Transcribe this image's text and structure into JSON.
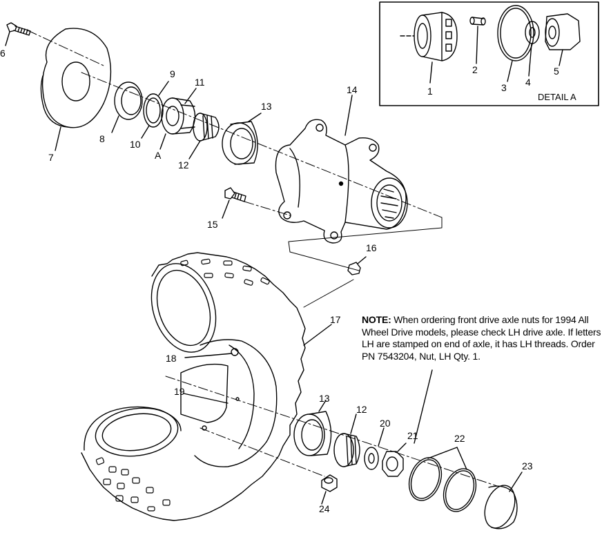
{
  "detail_box": {
    "label": "DETAIL A"
  },
  "callouts": [
    {
      "id": "c1",
      "text": "1"
    },
    {
      "id": "c2",
      "text": "2"
    },
    {
      "id": "c3",
      "text": "3"
    },
    {
      "id": "c4",
      "text": "4"
    },
    {
      "id": "c5",
      "text": "5"
    },
    {
      "id": "c6",
      "text": "6"
    },
    {
      "id": "c7",
      "text": "7"
    },
    {
      "id": "c8",
      "text": "8"
    },
    {
      "id": "c9",
      "text": "9"
    },
    {
      "id": "c10",
      "text": "10"
    },
    {
      "id": "c11",
      "text": "11"
    },
    {
      "id": "cA",
      "text": "A"
    },
    {
      "id": "c12a",
      "text": "12"
    },
    {
      "id": "c13a",
      "text": "13"
    },
    {
      "id": "c14",
      "text": "14"
    },
    {
      "id": "c15",
      "text": "15"
    },
    {
      "id": "c16",
      "text": "16"
    },
    {
      "id": "c17",
      "text": "17"
    },
    {
      "id": "c18",
      "text": "18"
    },
    {
      "id": "c19",
      "text": "19"
    },
    {
      "id": "c13b",
      "text": "13"
    },
    {
      "id": "c12b",
      "text": "12"
    },
    {
      "id": "c20",
      "text": "20"
    },
    {
      "id": "c21",
      "text": "21"
    },
    {
      "id": "c22",
      "text": "22"
    },
    {
      "id": "c23",
      "text": "23"
    },
    {
      "id": "c24",
      "text": "24"
    }
  ],
  "note": {
    "heading": "NOTE:",
    "body": "When ordering front drive axle nuts for 1994 All Wheel Drive models, please check LH drive axle.  If letters LH are stamped on end of axle, it has LH threads.  Order PN 7543204, Nut, LH Qty. 1."
  }
}
